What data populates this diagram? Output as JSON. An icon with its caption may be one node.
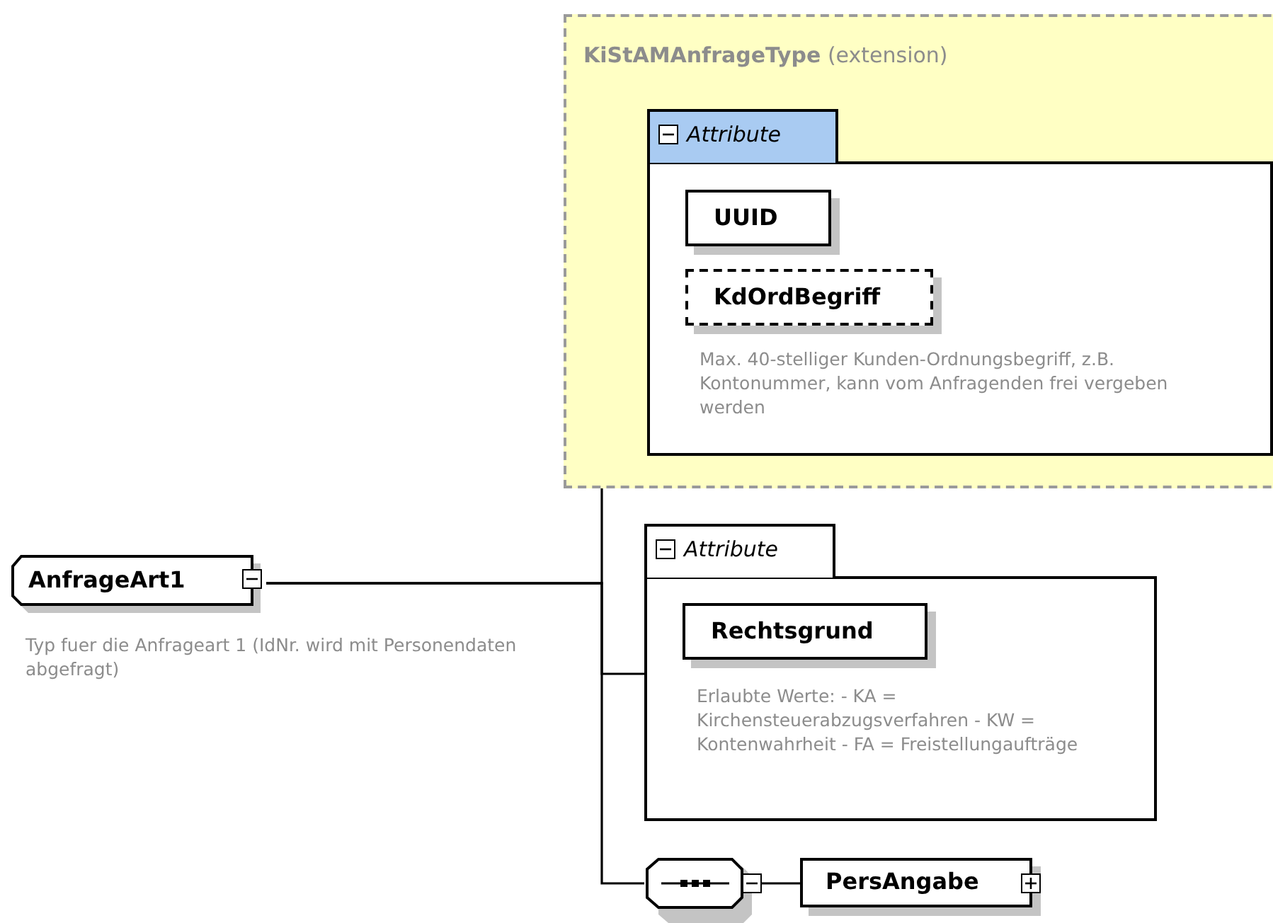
{
  "diagram": {
    "nodes": [
      {
        "text": [
          "**KiStAMAnfrageType** (extension)"
        ]
      },
      {
        "text": [
          "Attribute"
        ],
        "in": 0
      },
      {
        "text": [
          "UUID"
        ],
        "in": 1
      },
      {
        "text": [
          "KdOrdBegriff"
        ],
        "in": 1,
        "beside": [
          "Max. 40-stelliger Kunden-Ordnungsbegriff, z.B. Kontonummer, kann vom Anfragenden frei vergeben werden"
        ]
      },
      {
        "text": [
          "AnfrageArt1"
        ],
        "beside": [
          "Typ fuer die Anfrageart 1 (IdNr. wird mit Personendaten abgefragt)"
        ]
      },
      {
        "text": [
          "Attribute"
        ]
      },
      {
        "text": [
          "Rechtsgrund"
        ],
        "in": 5,
        "beside": [
          "Erlaubte Werte: - KA = Kirchensteuerabzugsverfahren - KW = Kontenwahrheit - FA = Freistellungaufträge"
        ]
      },
      {
        "text": [],
        "shape": "octagon"
      },
      {
        "text": [
          "PersAngabe"
        ]
      }
    ],
    "edges": [
      {
        "from": 4,
        "to": 1,
        "arrow": "none"
      },
      {
        "from": 4,
        "to": 5,
        "arrow": "none"
      },
      {
        "from": 4,
        "to": 7,
        "arrow": "none"
      },
      {
        "from": 7,
        "to": 8,
        "arrow": "none"
      }
    ]
  }
}
